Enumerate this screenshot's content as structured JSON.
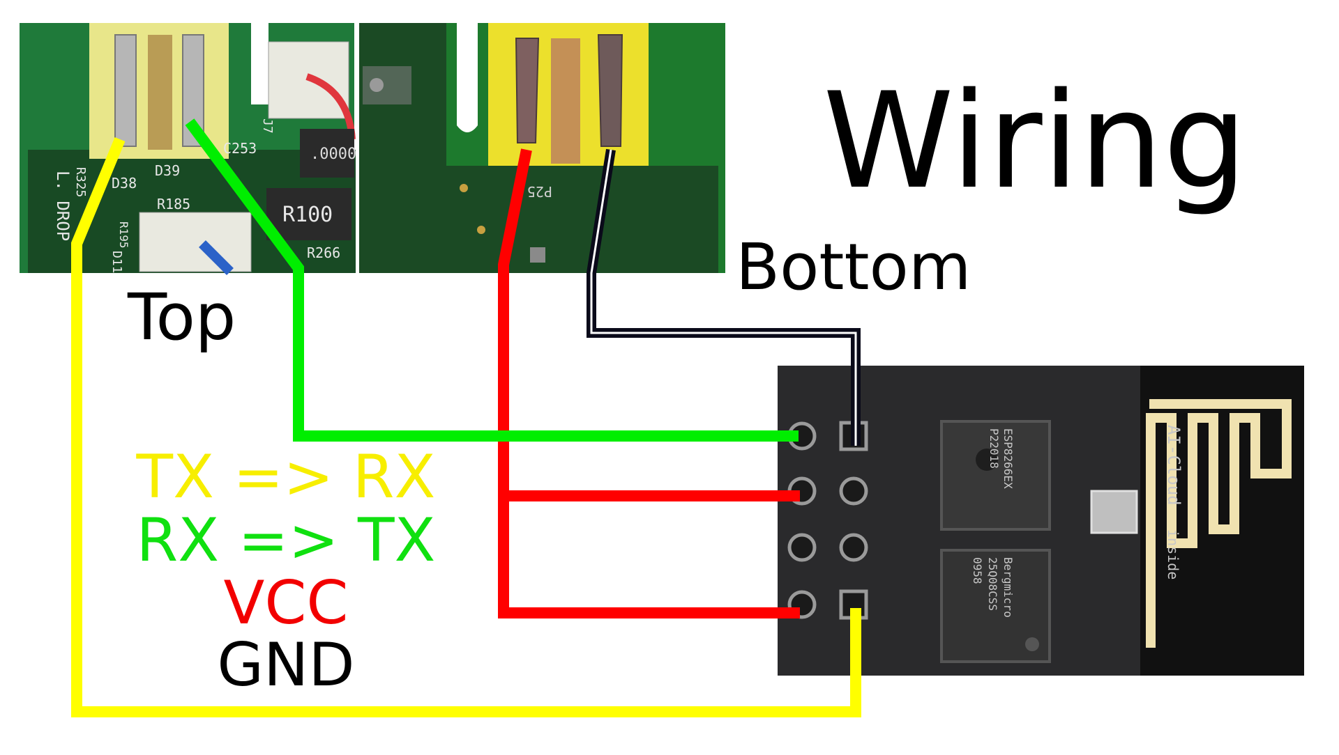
{
  "title": "Wiring",
  "labels": {
    "bottom": "Bottom",
    "top": "Top"
  },
  "legend": [
    {
      "text": "TX => RX",
      "color": "#f7ee00"
    },
    {
      "text": "RX => TX",
      "color": "#10e010"
    },
    {
      "text": "VCC",
      "color": "#f20000"
    },
    {
      "text": "GND",
      "color": "#000000"
    }
  ],
  "wire_colors": {
    "tx": "#ffff00",
    "rx": "#00ee00",
    "vcc": "#ff0000",
    "gnd": "#0a0a1a"
  },
  "pcb_top_silkscreen": [
    "D39",
    "D38",
    "R185",
    "C253",
    "R266",
    "R100",
    "L. DROP",
    "R325",
    "R195",
    "D11",
    "J7",
    ".0000"
  ],
  "pcb_bottom_silkscreen": [
    "P25"
  ],
  "module_text": [
    "AI-Cloud",
    "inside",
    "ESP8266EX",
    "P22018",
    "Bergmicro",
    "25Q08CSS",
    "0958"
  ]
}
